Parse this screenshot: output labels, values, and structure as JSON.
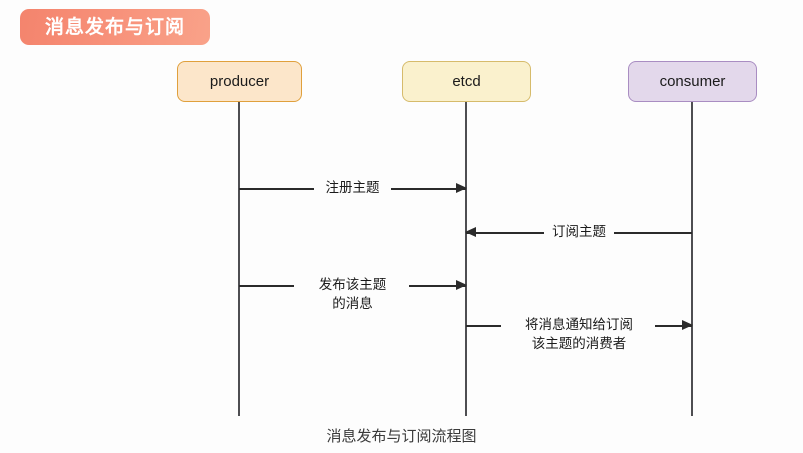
{
  "diagram": {
    "title_badge": "消息发布与订阅",
    "caption": "消息发布与订阅流程图",
    "background_color": "#fdfdfd",
    "badge_color": "#f79079",
    "line_color": "#2b2b2b",
    "lifeline_color": "#4e4e52",
    "participants": [
      {
        "id": "producer",
        "label": "producer",
        "fill": "#fce6ca",
        "border": "#e0a03c"
      },
      {
        "id": "etcd",
        "label": "etcd",
        "fill": "#faf1cd",
        "border": "#d6bb6b"
      },
      {
        "id": "consumer",
        "label": "consumer",
        "fill": "#e3d8eb",
        "border": "#a98dc2"
      }
    ],
    "messages": [
      {
        "index": 1,
        "from": "producer",
        "to": "etcd",
        "direction": "right",
        "line1": "注册主题",
        "line2": ""
      },
      {
        "index": 2,
        "from": "consumer",
        "to": "etcd",
        "direction": "left",
        "line1": "订阅主题",
        "line2": ""
      },
      {
        "index": 3,
        "from": "producer",
        "to": "etcd",
        "direction": "right",
        "line1": "发布该主题",
        "line2": "的消息"
      },
      {
        "index": 4,
        "from": "etcd",
        "to": "consumer",
        "direction": "right",
        "line1": "将消息通知给订阅",
        "line2": "该主题的消费者"
      }
    ]
  }
}
